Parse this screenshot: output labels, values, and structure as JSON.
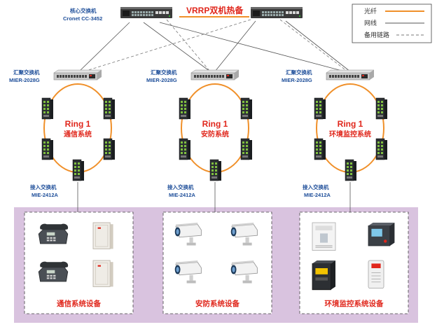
{
  "title": "VRRP双机热备",
  "core": {
    "label_line1": "核心交换机",
    "label_line2": "Cronet CC-3452"
  },
  "legend": {
    "fiber": "光纤",
    "network": "网线",
    "backup": "备用链路"
  },
  "groups": [
    {
      "agg_line1": "汇聚交换机",
      "agg_line2": "MIER-2028G",
      "ring_line1": "Ring 1",
      "ring_line2": "通信系统",
      "access_line1": "接入交换机",
      "access_line2": "MIE-2412A",
      "equipment_label": "通信系统设备",
      "equipment_icons": [
        "phone-icon",
        "cabinet-icon",
        "phone-icon",
        "cabinet-icon"
      ]
    },
    {
      "agg_line1": "汇聚交换机",
      "agg_line2": "MIER-2028G",
      "ring_line1": "Ring 1",
      "ring_line2": "安防系统",
      "access_line1": "接入交换机",
      "access_line2": "MIE-2412A",
      "equipment_label": "安防系统设备",
      "equipment_icons": [
        "camera-icon",
        "camera-icon",
        "camera-icon",
        "camera-icon"
      ]
    },
    {
      "agg_line1": "汇聚交换机",
      "agg_line2": "MIER-2028G",
      "ring_line1": "Ring 1",
      "ring_line2": "环境监控系统",
      "access_line1": "接入交换机",
      "access_line2": "MIE-2412A",
      "equipment_label": "环境监控系统设备",
      "equipment_icons": [
        "sensor-icon",
        "monitor-icon",
        "ups-icon",
        "detector-icon"
      ]
    }
  ],
  "colors": {
    "fiber": "#f0902a",
    "network": "#555555",
    "backup": "#777777",
    "panel": "#d9c3df",
    "accent": "#e0261b",
    "label": "#1f4f9a"
  }
}
